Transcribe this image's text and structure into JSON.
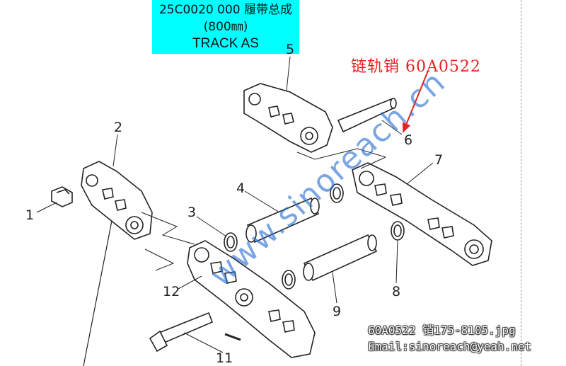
{
  "title": {
    "line1": "25C0020 000  履带总成(800㎜)",
    "line2": "TRACK AS"
  },
  "callout": {
    "text": "链轨销 60A0522",
    "color": "#e8201e"
  },
  "part_numbers": [
    "1",
    "2",
    "3",
    "4",
    "5",
    "6",
    "7",
    "8",
    "9",
    "11",
    "12"
  ],
  "watermark": {
    "text": "www.sinoreach.cn",
    "color": "#2d6ed2"
  },
  "caption": {
    "filename": "60A0522 销175-8105.jpg",
    "email": "Email:sinoreach@yeah.net"
  },
  "colors": {
    "title_bg": "#00ffff",
    "line": "#222222"
  }
}
